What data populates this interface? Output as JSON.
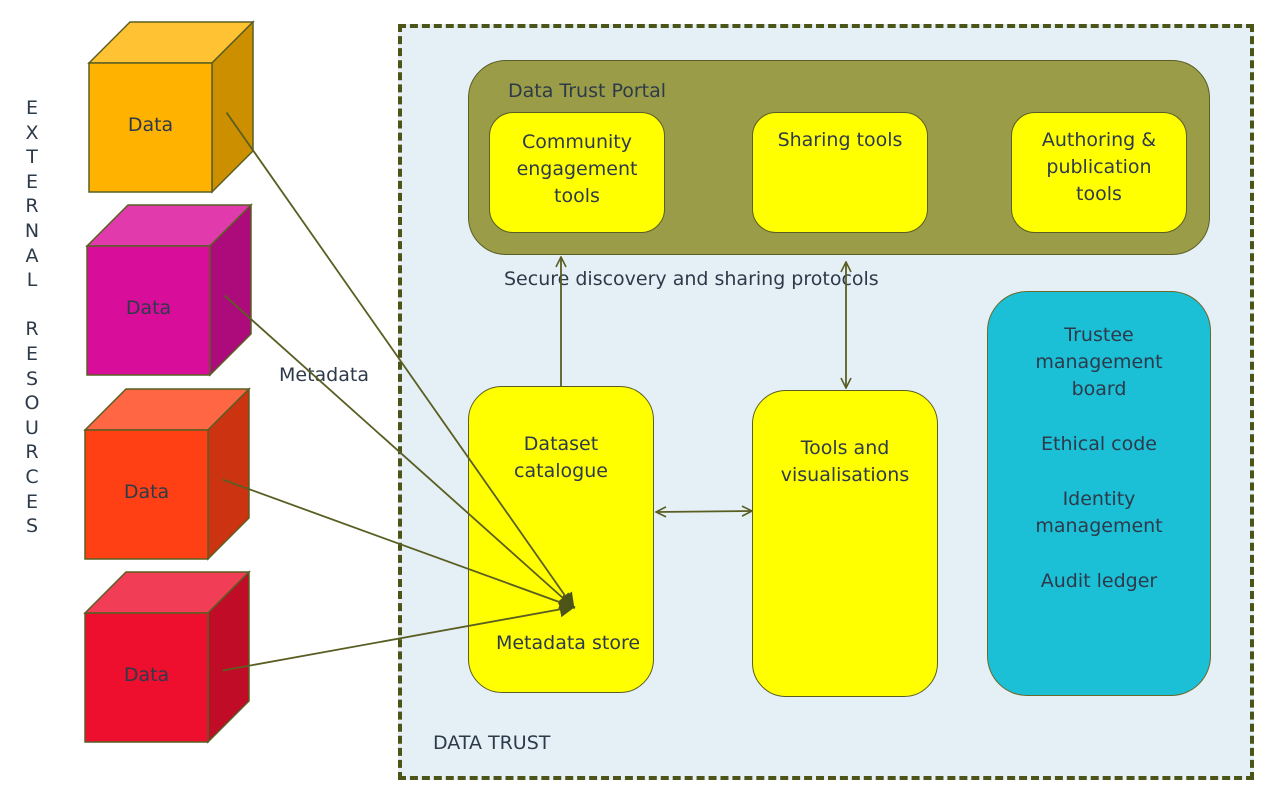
{
  "side_label": "EXTERNAL RESOURCES",
  "external_resources": [
    {
      "label": "Data",
      "front": "#ffb300",
      "top": "#ffc233",
      "side": "#cc8f00"
    },
    {
      "label": "Data",
      "front": "#d80e9a",
      "top": "#e03aac",
      "side": "#ad0b7b"
    },
    {
      "label": "Data",
      "front": "#ff4015",
      "top": "#ff6644",
      "side": "#cc3311"
    },
    {
      "label": "Data",
      "front": "#ee0f2f",
      "top": "#f23d57",
      "side": "#c00c26"
    }
  ],
  "metadata_label": "Metadata",
  "data_trust": {
    "label": "DATA TRUST",
    "portal": {
      "title": "Data Trust Portal",
      "tools": [
        "Community engagement tools",
        "Sharing tools",
        "Authoring & publication tools"
      ]
    },
    "protocols_label": "Secure discovery and sharing protocols",
    "dataset_catalogue": {
      "title": "Dataset catalogue",
      "footer": "Metadata store"
    },
    "tools_visualisations": "Tools and visualisations",
    "governance": [
      "Trustee management board",
      "Ethical code",
      "Identity management",
      "Audit ledger"
    ]
  },
  "colors": {
    "trust_bg": "#e5eff6",
    "trust_border": "#4d5418",
    "portal": "#9a9c48",
    "tool_box": "#ffff00",
    "governance": "#1bbfd6",
    "arrow": "#5a5e22"
  }
}
